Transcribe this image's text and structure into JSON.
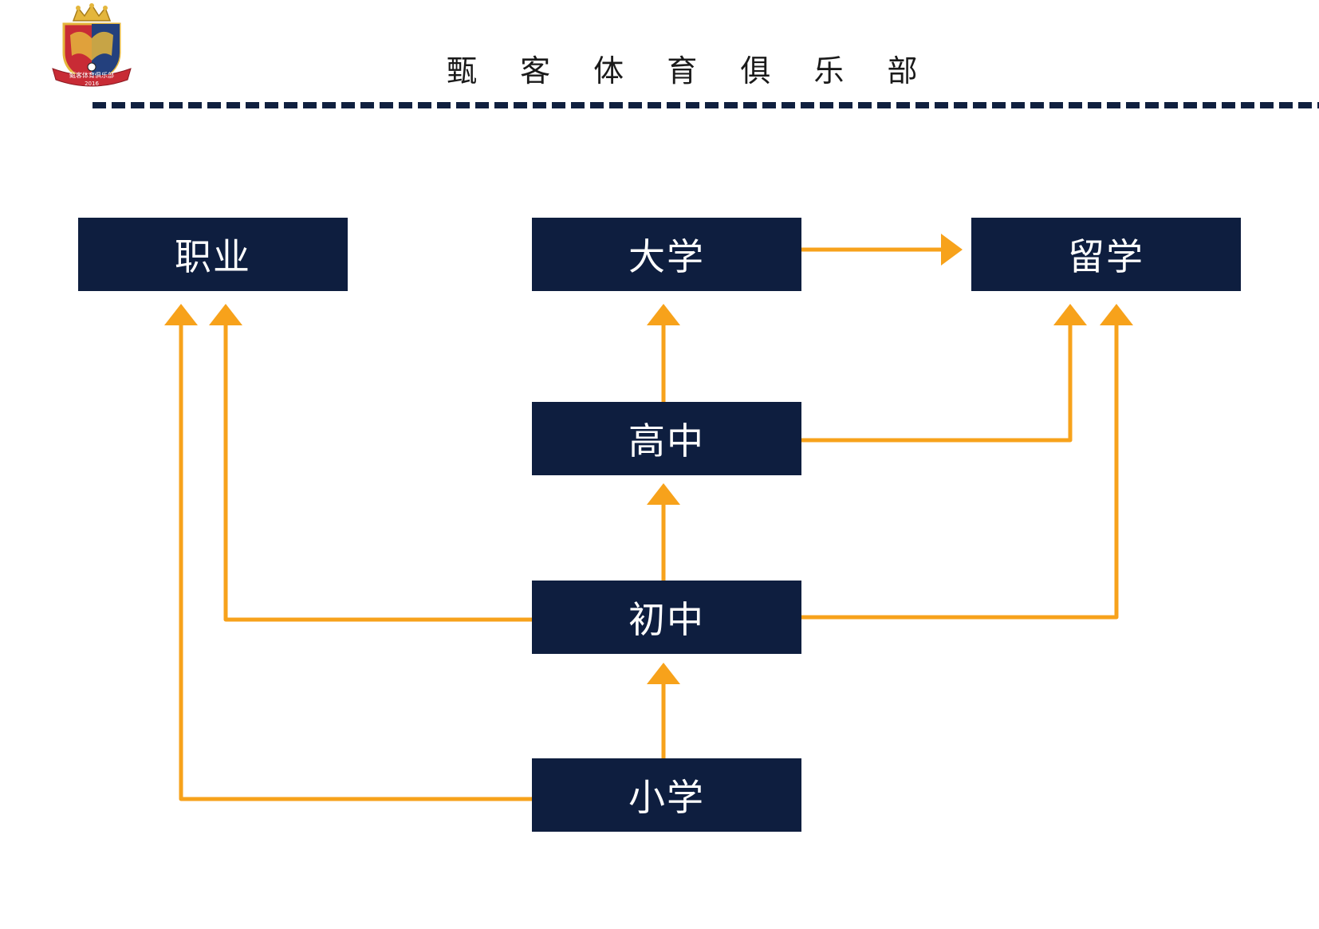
{
  "header": {
    "title": "甄 客 体 育 俱 乐 部",
    "logo_text": "甄客体育俱乐部",
    "logo_year": "2016"
  },
  "colors": {
    "box_fill": "#0e1e3f",
    "connector": "#f7a21b",
    "divider": "#10203f"
  },
  "nodes": {
    "career": "职业",
    "university": "大学",
    "study_abroad": "留学",
    "high_school": "高中",
    "middle_school": "初中",
    "primary_school": "小学"
  },
  "edges": [
    {
      "from": "university",
      "to": "study_abroad"
    },
    {
      "from": "high_school",
      "to": "university"
    },
    {
      "from": "high_school",
      "to": "study_abroad"
    },
    {
      "from": "middle_school",
      "to": "high_school"
    },
    {
      "from": "middle_school",
      "to": "career"
    },
    {
      "from": "middle_school",
      "to": "study_abroad"
    },
    {
      "from": "primary_school",
      "to": "middle_school"
    },
    {
      "from": "primary_school",
      "to": "career"
    }
  ]
}
